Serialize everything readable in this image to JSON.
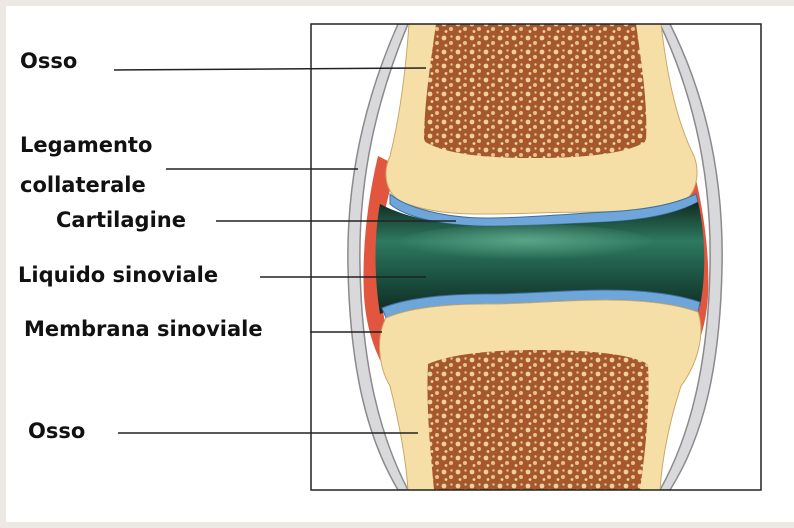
{
  "labels": {
    "bone_top": "Osso",
    "collateral_ligament_line1": "Legamento",
    "collateral_ligament_line2": "collaterale",
    "cartilage": "Cartilagine",
    "synovial_fluid": "Liquido sinoviale",
    "synovial_membrane": "Membrana sinoviale",
    "bone_bottom": "Osso"
  },
  "colors": {
    "bone_shell": "#f6dfa6",
    "spongy_bone": "#a5582c",
    "cartilage": "#6fa6da",
    "synovial_fluid": "#1f5a48",
    "synovial_membrane": "#e2553f",
    "ligament": "#d9d9dc",
    "leader_line": "#222222",
    "frame": "#222222"
  }
}
